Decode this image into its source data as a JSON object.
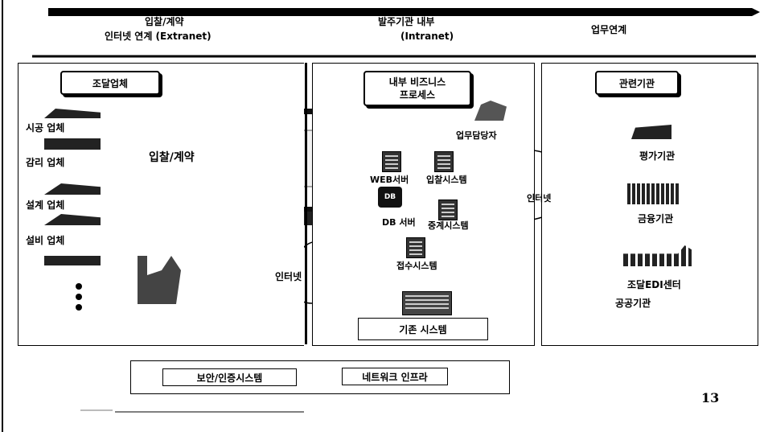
{
  "header": {
    "left_line1": "입찰/계약",
    "left_line2": "인터넷 연계 (Extranet)",
    "center_line1": "발주기관 내부",
    "center_line2": "(Intranet)",
    "right": "업무연계"
  },
  "left_panel": {
    "title": "조달업체",
    "companies": [
      "시공 업체",
      "감리 업체",
      "설계 업체",
      "설비 업체"
    ],
    "laptop_label": "입찰/계약"
  },
  "center_panel": {
    "title_line1": "내부 비즈니스",
    "title_line2": "프로세스",
    "worker_label": "업무담당자",
    "systems": {
      "web": "WEB서버",
      "bid": "입찰시스템",
      "db": "DB 서버",
      "relay": "중계시스템",
      "receipt": "접수시스템"
    },
    "legacy": "기존 시스템"
  },
  "right_panel": {
    "title": "관련기관",
    "orgs": [
      "평가기관",
      "금융기관",
      "조달EDI센터",
      "공공기관"
    ]
  },
  "clouds": {
    "left": "인터넷",
    "right": "인터넷"
  },
  "bottom": {
    "security": "보안/인증시스템",
    "network": "네트워크 인프라"
  },
  "page_number": "13",
  "icons": {
    "db_tag": "DB"
  }
}
